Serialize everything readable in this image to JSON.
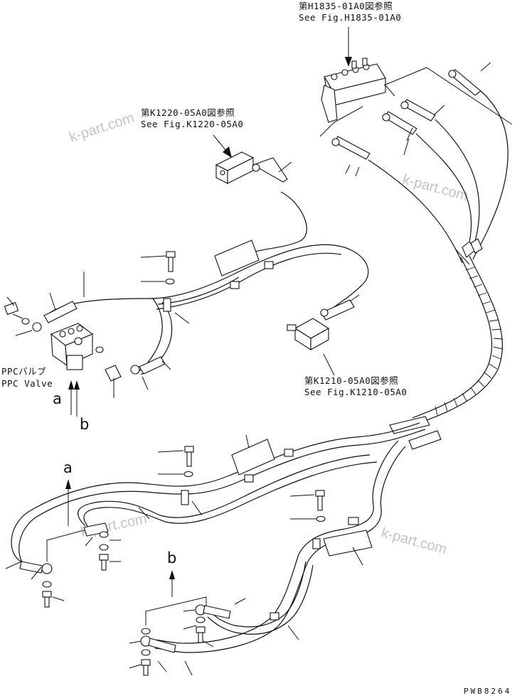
{
  "refs": {
    "h1835_jp": "第H1835-01A0図参照",
    "h1835_en": "See Fig.H1835-01A0",
    "k1220_jp": "第K1220-05A0図参照",
    "k1220_en": "See Fig.K1220-05A0",
    "k1210_jp": "第K1210-05A0図参照",
    "k1210_en": "See Fig.K1210-05A0"
  },
  "ppc_valve_jp": "PPCバルブ",
  "ppc_valve_en": "PPC Valve",
  "port_a": "a",
  "port_b": "b",
  "watermark": "k-part.com",
  "drawing_number": "PWB8264"
}
